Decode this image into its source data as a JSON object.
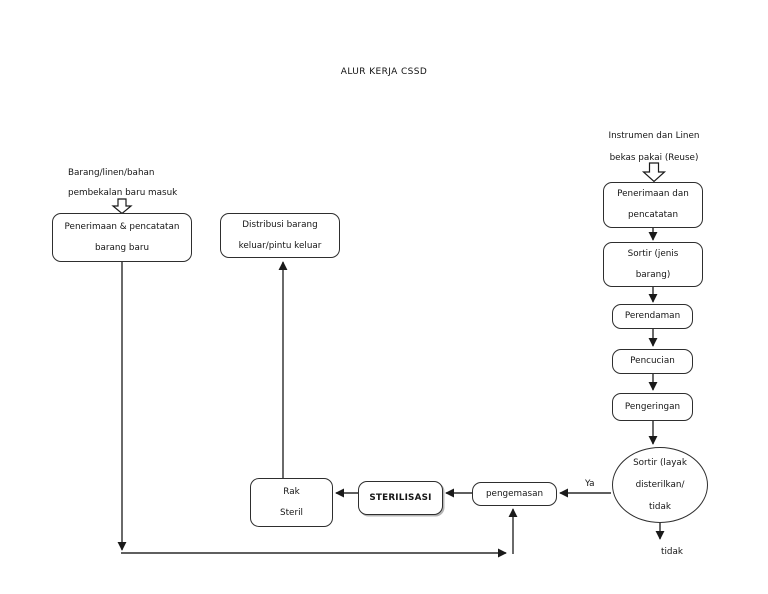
{
  "title": "ALUR KERJA CSSD",
  "colors": {
    "ink": "#1a1a1a",
    "box_border": "#2e2e2e",
    "background": "#ffffff"
  },
  "left_flow": {
    "source_label": {
      "line1": "Barang/linen/bahan",
      "line2": "pembekalan baru masuk"
    },
    "receiving_box": {
      "line1": "Penerimaan & pencatatan",
      "line2": "barang baru"
    },
    "distribution_box": {
      "line1": "Distribusi barang",
      "line2": "keluar/pintu keluar"
    }
  },
  "right_flow": {
    "source_label": {
      "line1": "Instrumen dan Linen",
      "line2": "bekas pakai (Reuse)"
    },
    "nodes": [
      {
        "line1": "Penerimaan dan",
        "line2": "pencatatan"
      },
      {
        "line1": "Sortir (jenis",
        "line2": "barang)"
      },
      {
        "line1": "Perendaman",
        "line2": ""
      },
      {
        "line1": "Pencucian",
        "line2": ""
      },
      {
        "line1": "Pengeringan",
        "line2": ""
      }
    ],
    "decision_circle": {
      "line1": "Sortir (layak",
      "line2": "disterilkan/",
      "line3": "tidak"
    }
  },
  "bottom_flow": {
    "rak_box": {
      "line1": "Rak",
      "line2": "Steril"
    },
    "sterilisasi_box": {
      "label": "STERILISASI"
    },
    "pengemasan_box": {
      "label": "pengemasan"
    },
    "yes_label": "Ya",
    "no_label": "tidak"
  }
}
